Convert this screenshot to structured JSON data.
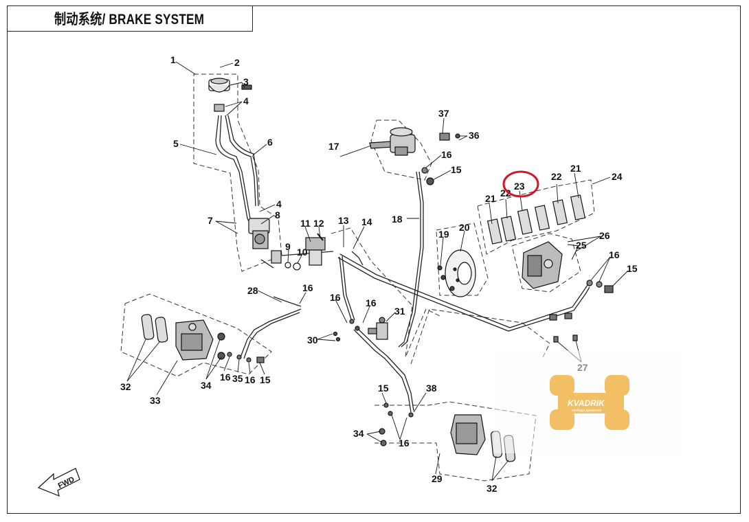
{
  "title": "制动系统/ BRAKE SYSTEM",
  "fwd_label": "FWD",
  "highlighted_part": "23",
  "watermark": {
    "brand": "KVADRIK",
    "tagline": "свобода движения"
  },
  "callouts": [
    "1",
    "2",
    "3",
    "4",
    "5",
    "6",
    "4",
    "7",
    "8",
    "9",
    "10",
    "11",
    "12",
    "13",
    "14",
    "16",
    "28",
    "16",
    "16",
    "30",
    "31",
    "32",
    "33",
    "34",
    "16",
    "35",
    "16",
    "15",
    "17",
    "16",
    "15",
    "36",
    "37",
    "18",
    "19",
    "20",
    "21",
    "22",
    "23",
    "22",
    "21",
    "24",
    "26",
    "25",
    "16",
    "15",
    "27",
    "15",
    "38",
    "34",
    "16",
    "29",
    "32"
  ]
}
